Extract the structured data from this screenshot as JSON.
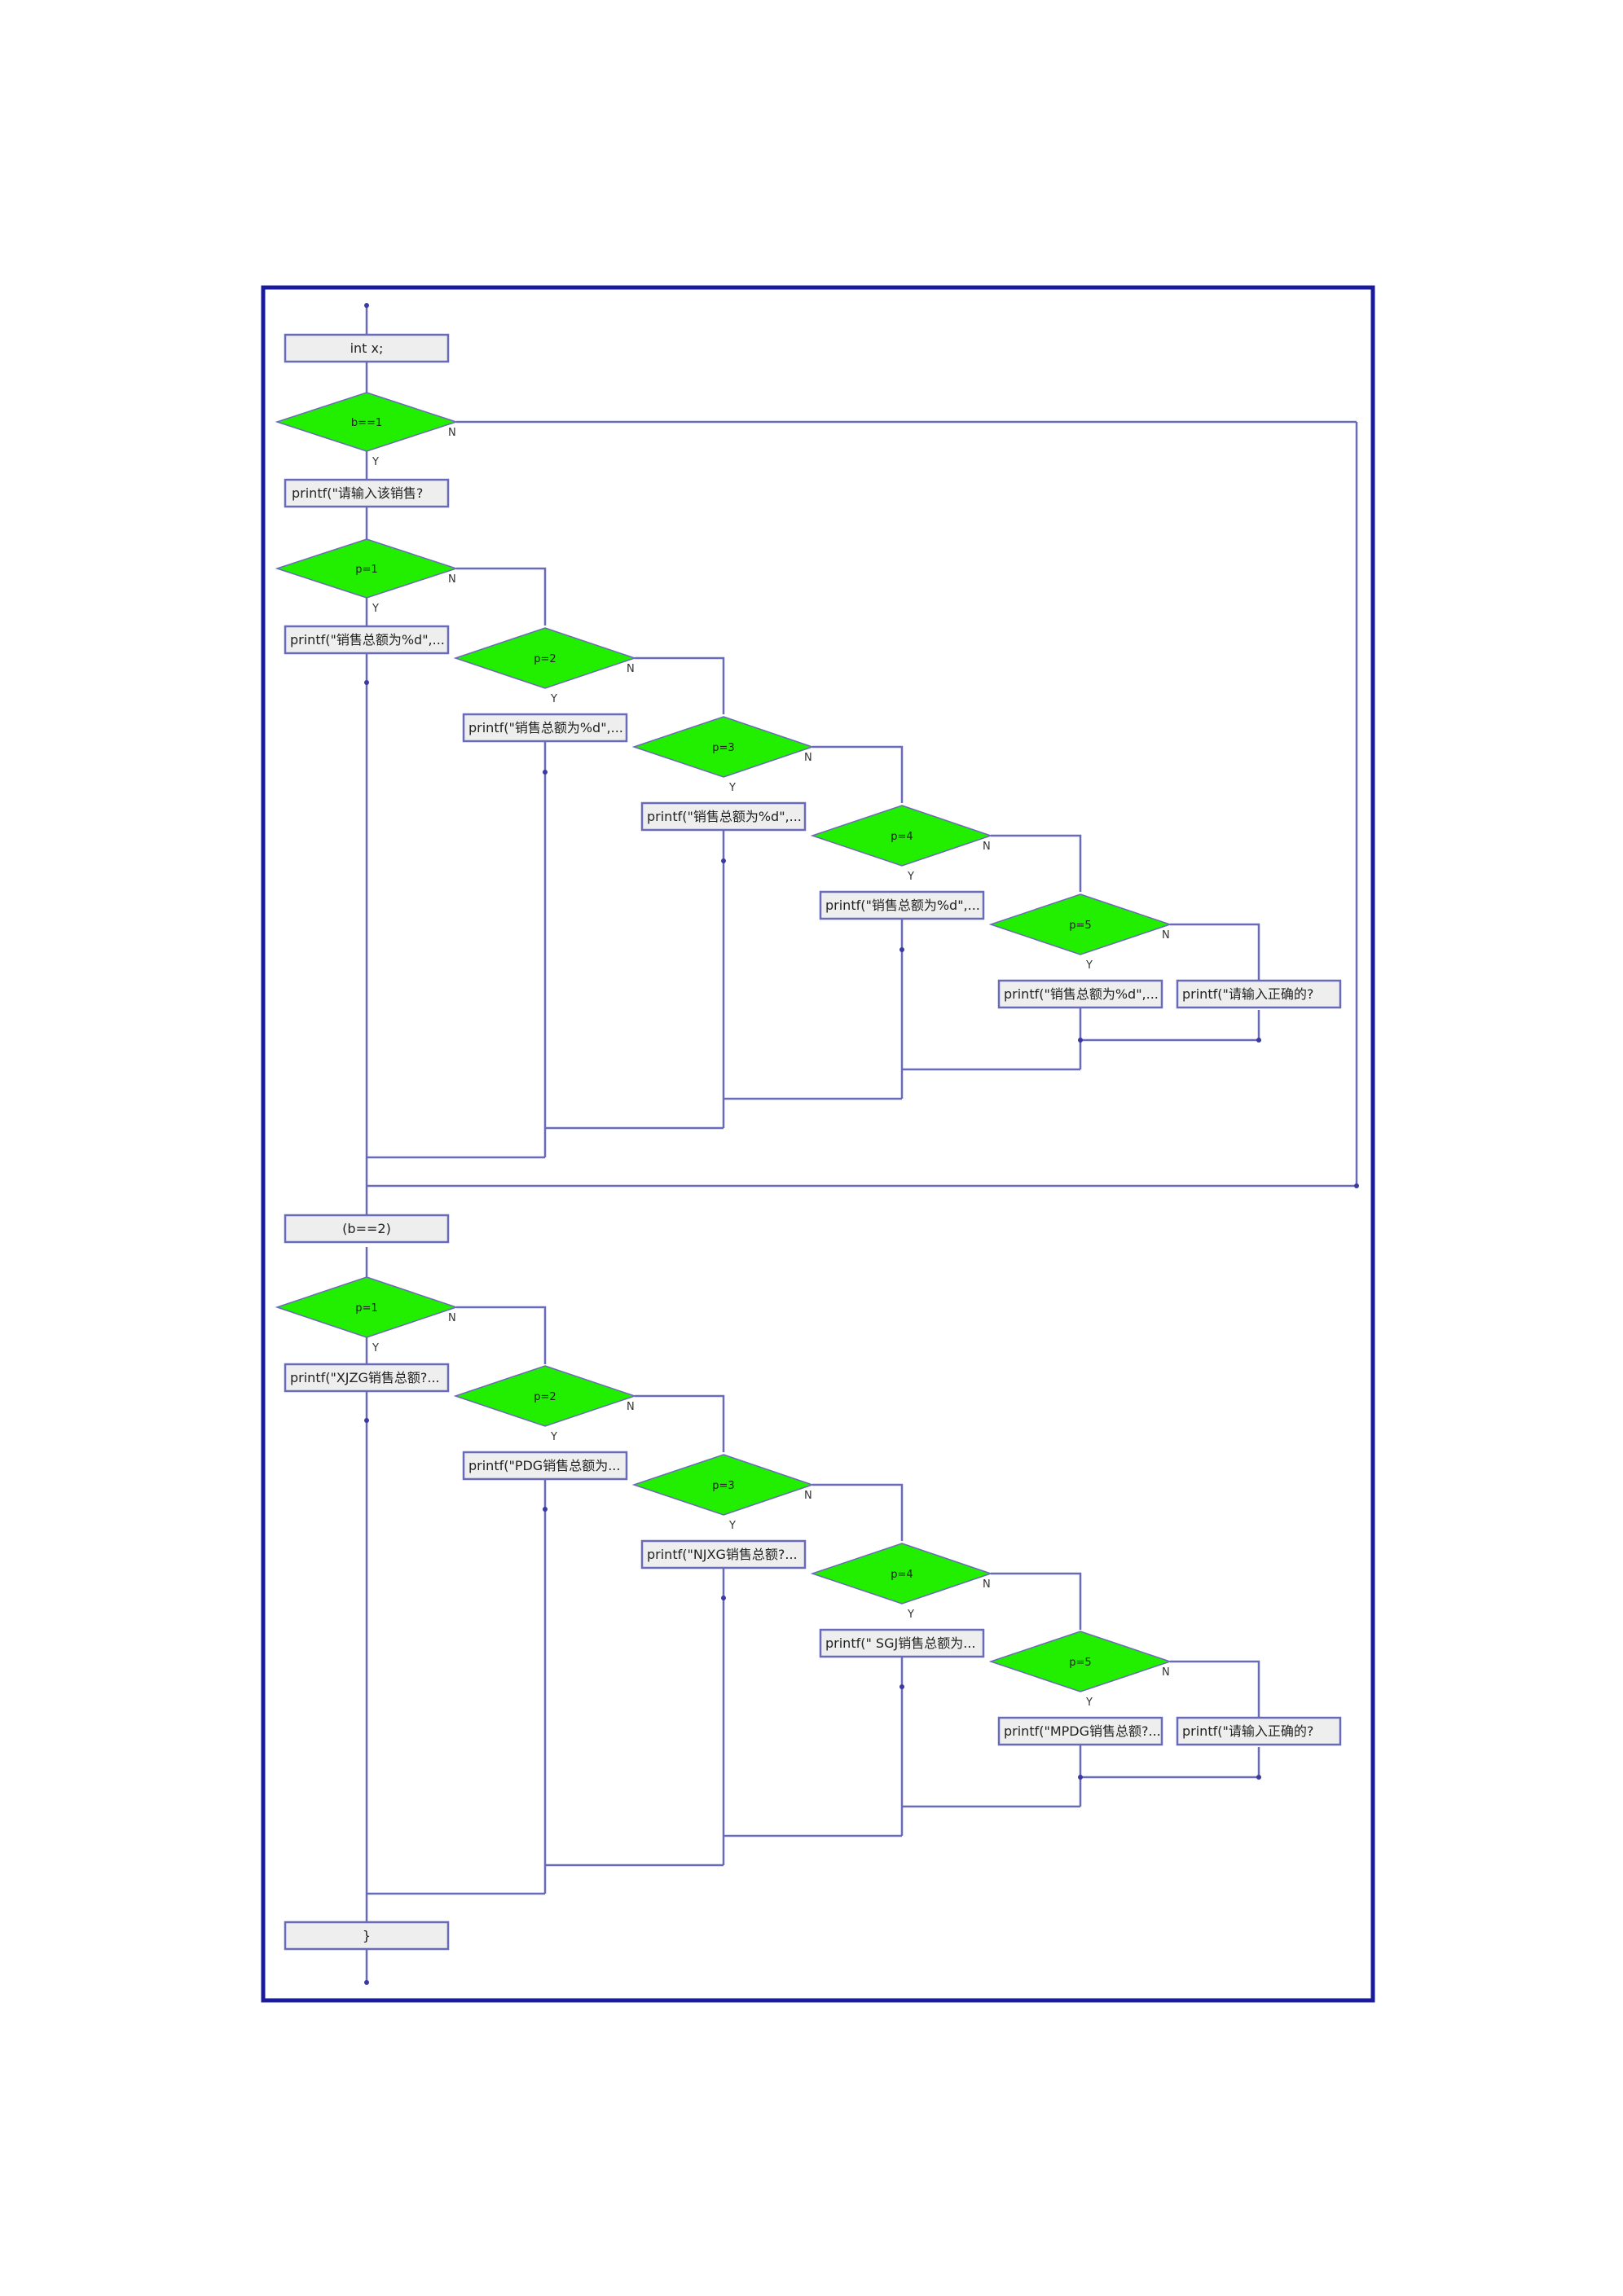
{
  "colors": {
    "frame": "#1a1a9c",
    "wire": "#6a6abb",
    "diamond": "#22ee00",
    "box": "#eeeeee"
  },
  "yes_label": "Y",
  "no_label": "N",
  "start": {
    "box": "int x;"
  },
  "outer": {
    "condition": "b==1",
    "box": "printf(\"请输入该销售?"
  },
  "section1": {
    "conditions": [
      "p=1",
      "p=2",
      "p=3",
      "p=4",
      "p=5"
    ],
    "yes_boxes": [
      "printf(\"销售总额为%d\",...",
      "printf(\"销售总额为%d\",...",
      "printf(\"销售总额为%d\",...",
      "printf(\"销售总额为%d\",...",
      "printf(\"销售总额为%d\",..."
    ],
    "else_box": "printf(\"请输入正确的?"
  },
  "middle_box": "(b==2)",
  "section2": {
    "conditions": [
      "p=1",
      "p=2",
      "p=3",
      "p=4",
      "p=5"
    ],
    "yes_boxes": [
      "printf(\"XJZG销售总额?...",
      "printf(\"PDG销售总额为...",
      "printf(\"NJXG销售总额?...",
      "printf(\" SGJ销售总额为...",
      "printf(\"MPDG销售总额?..."
    ],
    "else_box": "printf(\"请输入正确的?"
  },
  "end_box": "}"
}
